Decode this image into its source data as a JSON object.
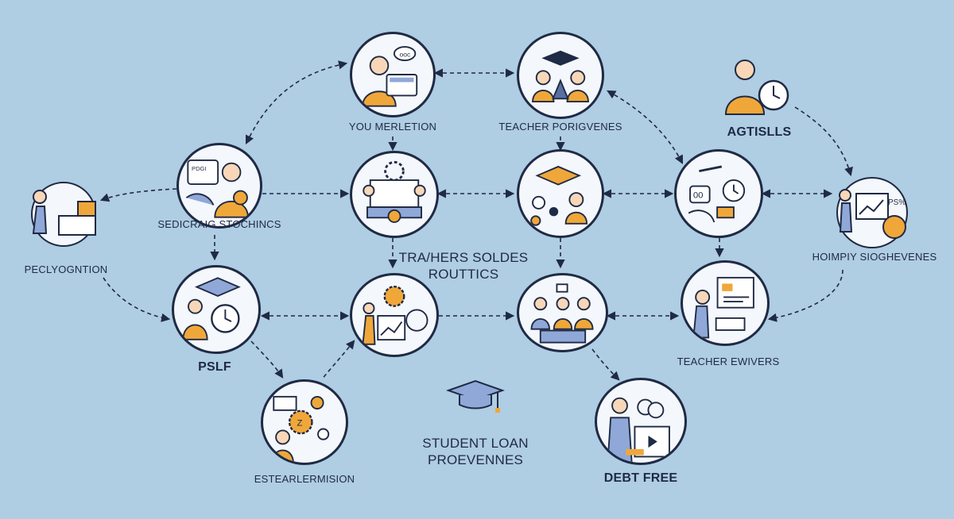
{
  "labels": {
    "your_merletion": "YOU MERLETION",
    "teacher_porigvenes": "TEACHER PORIGVENES",
    "agtislls": "AGTISLLS",
    "sedicraig": "SEDICRAIG STOCHINCS",
    "peclyogntion": "PECLYOGNTION",
    "trahers_line1": "TRA/HERS SOLDES",
    "trahers_line2": "ROUTTICS",
    "hoimpiy": "HOIMPIY SIOGHEVENES",
    "pslf": "PSLF",
    "teacher_ewivers": "TEACHER EWIVERS",
    "estearlermision": "ESTEARLERMISION",
    "student_line1": "STUDENT LOAN",
    "student_line2": "PROEVENNES",
    "debt_free": "DEBT FREE"
  },
  "colors": {
    "background": "#afcde3",
    "line": "#1f2a44",
    "accent_orange": "#f0a73a",
    "accent_blue": "#8fa8d8",
    "node_fill": "#f4f7fb"
  },
  "icons": {
    "graduation_cap": "graduation-cap-icon",
    "clock": "clock-icon",
    "gear": "gear-icon",
    "person": "person-icon"
  }
}
